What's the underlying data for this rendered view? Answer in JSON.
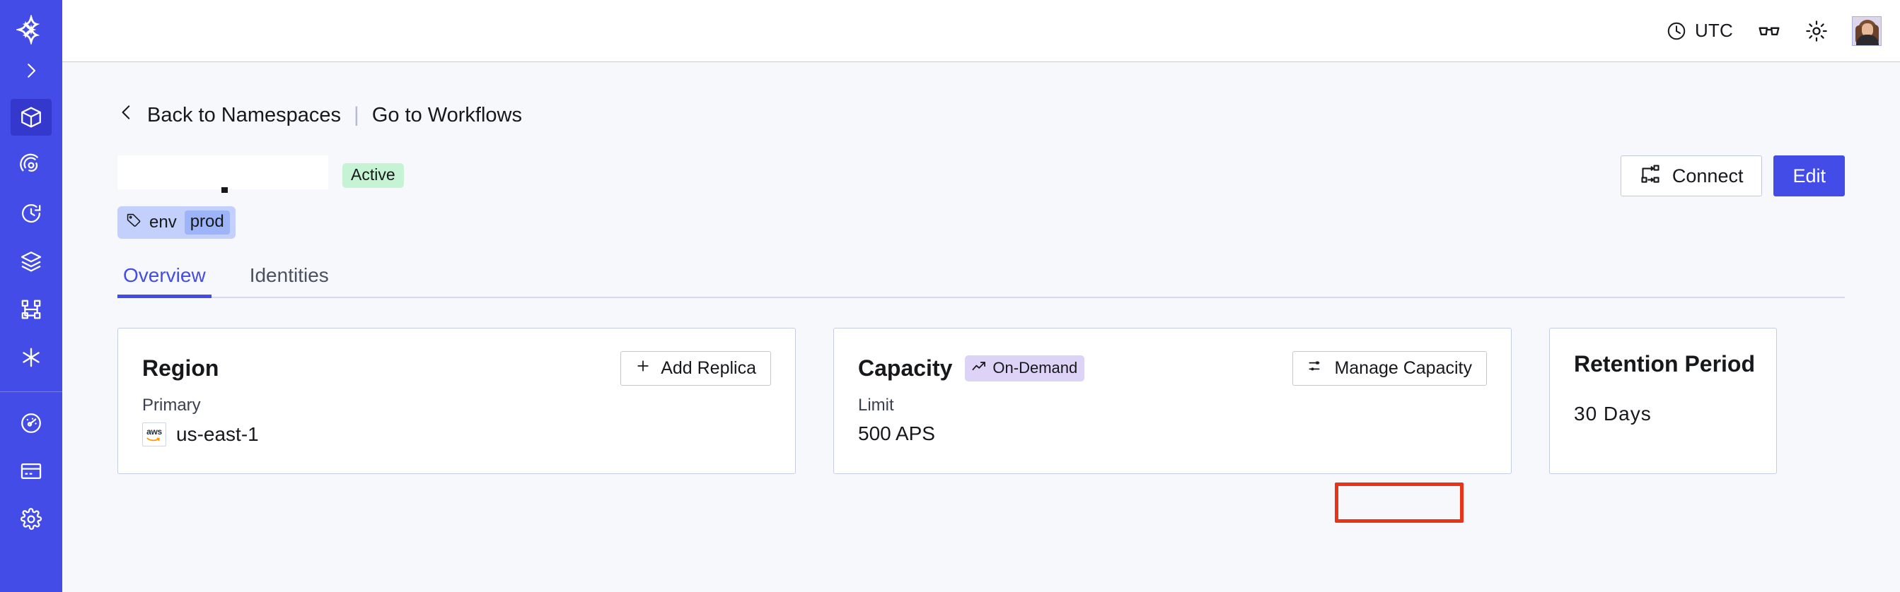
{
  "sidebar": {
    "brand_icon": "temporal-logo-icon",
    "expand_icon": "chevron-right-icon",
    "items": [
      {
        "icon": "cube-icon",
        "name": "namespaces",
        "active": true
      },
      {
        "icon": "eye-orbit-icon",
        "name": "observe",
        "active": false
      },
      {
        "icon": "clock-history-icon",
        "name": "history",
        "active": false
      },
      {
        "icon": "layers-icon",
        "name": "layers",
        "active": false
      },
      {
        "icon": "schedule-branch-icon",
        "name": "workflows",
        "active": false
      },
      {
        "icon": "asterisk-icon",
        "name": "nexus",
        "active": false
      }
    ],
    "bottom_items": [
      {
        "icon": "gauge-icon",
        "name": "usage"
      },
      {
        "icon": "credit-card-icon",
        "name": "billing"
      },
      {
        "icon": "gear-icon",
        "name": "settings"
      }
    ]
  },
  "topbar": {
    "timezone_icon": "clock-icon",
    "timezone_label": "UTC",
    "glasses_icon": "reading-glasses-icon",
    "theme_icon": "sun-icon",
    "avatar_name": "user-avatar"
  },
  "breadcrumb": {
    "back_icon": "chevron-left-icon",
    "back_label": "Back to Namespaces",
    "separator": "|",
    "link_label": "Go to Workflows"
  },
  "header": {
    "namespace_title": "",
    "status_badge": "Active",
    "connect_label": "Connect",
    "connect_icon": "connect-nodes-icon",
    "edit_label": "Edit",
    "tags": [
      {
        "icon": "tag-icon",
        "key": "env",
        "value": "prod"
      }
    ]
  },
  "tabs": [
    {
      "label": "Overview",
      "active": true
    },
    {
      "label": "Identities",
      "active": false
    }
  ],
  "cards": {
    "region": {
      "title": "Region",
      "action_label": "Add Replica",
      "action_icon": "plus-icon",
      "sublabel": "Primary",
      "provider_icon": "aws-logo-icon",
      "provider_text": "aws",
      "value": "us-east-1"
    },
    "capacity": {
      "title": "Capacity",
      "badge_icon": "trending-up-icon",
      "badge_label": "On-Demand",
      "action_label": "Manage Capacity",
      "action_icon": "sliders-icon",
      "sublabel": "Limit",
      "value": "500 APS",
      "highlighted": true
    },
    "retention": {
      "title": "Retention Period",
      "value": "30 Days"
    }
  },
  "colors": {
    "sidebar_bg": "#444ce7",
    "sidebar_active": "#3538cd",
    "accent": "#444ce7",
    "content_bg": "#f7f8fb",
    "card_border": "#c5cde3",
    "badge_active_bg": "#c5f3d3",
    "badge_ondemand_bg": "#ddd3f7",
    "tag_bg": "#c3d0fb",
    "tag_value_bg": "#9db5f8",
    "highlight_border": "#e8351a"
  }
}
